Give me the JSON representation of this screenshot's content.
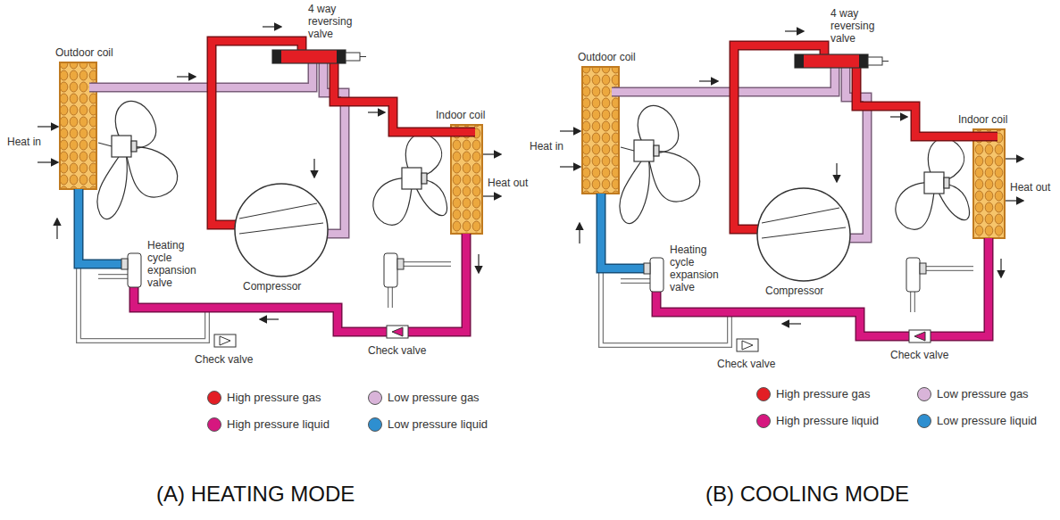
{
  "diagram": {
    "labels": [
      "4 way reversing valve",
      "Outdoor coil",
      "Heat in",
      "Indoor coil",
      "Heat out",
      "Heating cycle expansion valve",
      "Compressor",
      "Check valve",
      "Check valve",
      "(A) HEATING MODE",
      "4 way reversing valve",
      "Outdoor coil",
      "Heat in",
      "Indoor coil",
      "Heat out",
      "Heating cycle expansion valve",
      "Compressor",
      "Check valve",
      "Check valve",
      "(B) COOLING MODE"
    ],
    "legend": [
      {
        "text": "High pressure gas",
        "color": "#e31e24"
      },
      {
        "text": "Low pressure gas",
        "color": "#d9b4d9"
      },
      {
        "text": "High pressure liquid",
        "color": "#d6177f"
      },
      {
        "text": "Low pressure liquid",
        "color": "#2e8fd0"
      },
      {
        "text": "High pressure gas",
        "color": "#e31e24"
      },
      {
        "text": "Low pressure gas",
        "color": "#d9b4d9"
      },
      {
        "text": "High pressure liquid",
        "color": "#d6177f"
      },
      {
        "text": "Low pressure liquid",
        "color": "#2e8fd0"
      }
    ]
  }
}
